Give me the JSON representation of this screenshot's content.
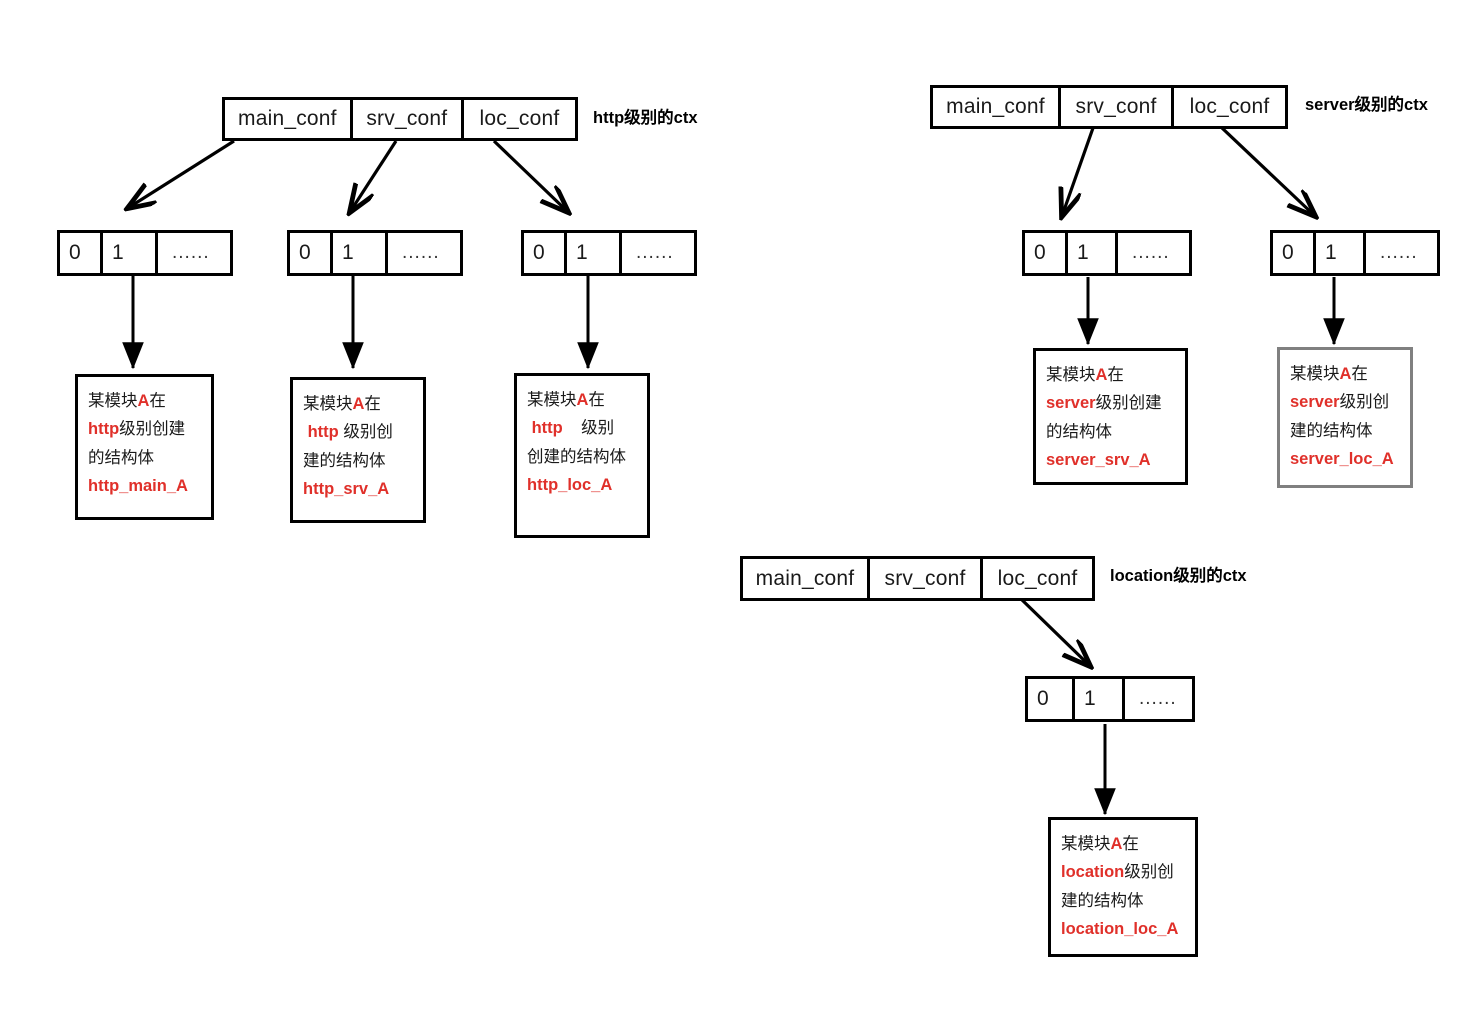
{
  "diagram": {
    "conf_fields": [
      "main_conf",
      "srv_conf",
      "loc_conf"
    ],
    "array_cells": [
      "0",
      "1",
      "......"
    ],
    "sections": [
      {
        "id": "http",
        "caption": "http级别的ctx",
        "conf": {
          "main": "main_conf",
          "srv": "srv_conf",
          "loc": "loc_conf"
        },
        "arrays": [
          {
            "id": "http-main-array",
            "c0": "0",
            "c1": "1",
            "c2": "......"
          },
          {
            "id": "http-srv-array",
            "c0": "0",
            "c1": "1",
            "c2": "......"
          },
          {
            "id": "http-loc-array",
            "c0": "0",
            "c1": "1",
            "c2": "......"
          }
        ],
        "boxes": [
          {
            "id": "http-main-struct",
            "border": "#000000",
            "lines": [
              [
                {
                  "t": "某模块",
                  "c": "k"
                },
                {
                  "t": "A",
                  "c": "r"
                },
                {
                  "t": "在",
                  "c": "k"
                }
              ],
              [
                {
                  "t": "http",
                  "c": "r"
                },
                {
                  "t": "级别创建",
                  "c": "k"
                }
              ],
              [
                {
                  "t": "的结构体",
                  "c": "k"
                }
              ],
              [
                {
                  "t": "http_main_A",
                  "c": "r"
                }
              ]
            ]
          },
          {
            "id": "http-srv-struct",
            "border": "#000000",
            "lines": [
              [
                {
                  "t": "某模块",
                  "c": "k"
                },
                {
                  "t": "A",
                  "c": "r"
                },
                {
                  "t": "在",
                  "c": "k"
                }
              ],
              [
                {
                  "t": " http",
                  "c": "r"
                },
                {
                  "t": " 级别创",
                  "c": "k"
                }
              ],
              [
                {
                  "t": "建的结构体",
                  "c": "k"
                }
              ],
              [
                {
                  "t": "http_srv_A",
                  "c": "r"
                }
              ]
            ]
          },
          {
            "id": "http-loc-struct",
            "border": "#000000",
            "lines": [
              [
                {
                  "t": "某模块",
                  "c": "k"
                },
                {
                  "t": "A",
                  "c": "r"
                },
                {
                  "t": "在",
                  "c": "k"
                }
              ],
              [
                {
                  "t": " http",
                  "c": "r"
                },
                {
                  "t": "    级别",
                  "c": "k"
                }
              ],
              [
                {
                  "t": "创建的结构体",
                  "c": "k"
                }
              ],
              [
                {
                  "t": "http_loc_A",
                  "c": "r"
                }
              ]
            ]
          }
        ]
      },
      {
        "id": "server",
        "caption": "server级别的ctx",
        "conf": {
          "main": "main_conf",
          "srv": "srv_conf",
          "loc": "loc_conf"
        },
        "arrays": [
          {
            "id": "server-srv-array",
            "c0": "0",
            "c1": "1",
            "c2": "......"
          },
          {
            "id": "server-loc-array",
            "c0": "0",
            "c1": "1",
            "c2": "......"
          }
        ],
        "boxes": [
          {
            "id": "server-srv-struct",
            "border": "#000000",
            "lines": [
              [
                {
                  "t": "某模块",
                  "c": "k"
                },
                {
                  "t": "A",
                  "c": "r"
                },
                {
                  "t": "在",
                  "c": "k"
                }
              ],
              [
                {
                  "t": "server",
                  "c": "r"
                },
                {
                  "t": "级别创建",
                  "c": "k"
                }
              ],
              [
                {
                  "t": "的结构体",
                  "c": "k"
                }
              ],
              [
                {
                  "t": "server_srv_A",
                  "c": "r"
                }
              ]
            ]
          },
          {
            "id": "server-loc-struct",
            "border": "#808080",
            "lines": [
              [
                {
                  "t": "某模块",
                  "c": "k"
                },
                {
                  "t": "A",
                  "c": "r"
                },
                {
                  "t": "在",
                  "c": "k"
                }
              ],
              [
                {
                  "t": "server",
                  "c": "r"
                },
                {
                  "t": "级别创",
                  "c": "k"
                }
              ],
              [
                {
                  "t": "建的结构体",
                  "c": "k"
                }
              ],
              [
                {
                  "t": "server_loc_A",
                  "c": "r"
                }
              ]
            ]
          }
        ]
      },
      {
        "id": "location",
        "caption": "location级别的ctx",
        "conf": {
          "main": "main_conf",
          "srv": "srv_conf",
          "loc": "loc_conf"
        },
        "arrays": [
          {
            "id": "location-loc-array",
            "c0": "0",
            "c1": "1",
            "c2": "......"
          }
        ],
        "boxes": [
          {
            "id": "location-loc-struct",
            "border": "#000000",
            "lines": [
              [
                {
                  "t": "某模块",
                  "c": "k"
                },
                {
                  "t": "A",
                  "c": "r"
                },
                {
                  "t": "在",
                  "c": "k"
                }
              ],
              [
                {
                  "t": "location",
                  "c": "r"
                },
                {
                  "t": "级别创",
                  "c": "k"
                }
              ],
              [
                {
                  "t": "建的结构体",
                  "c": "k"
                }
              ],
              [
                {
                  "t": "location_loc_A",
                  "c": "r"
                }
              ]
            ]
          }
        ]
      }
    ],
    "colors": {
      "accent_red": "#e0302a",
      "border_black": "#000000",
      "border_gray": "#808080"
    }
  }
}
